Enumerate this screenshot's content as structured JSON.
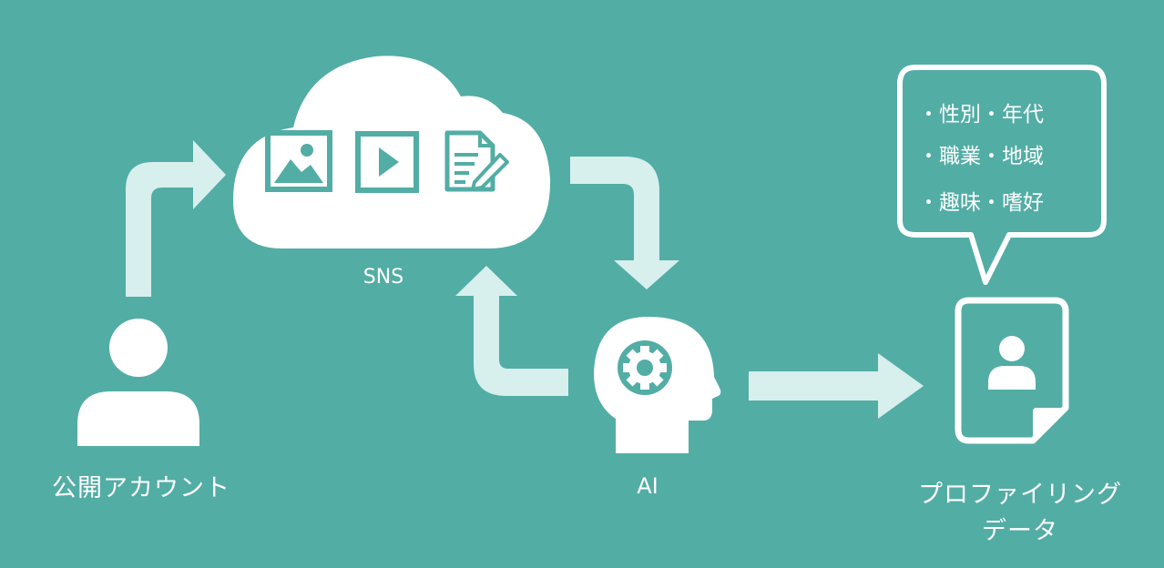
{
  "nodes": {
    "sns": {
      "label": "SNS"
    },
    "ai": {
      "label": "AI"
    },
    "account": {
      "label": "公開アカウント"
    },
    "profile": {
      "label_line1": "プロファイリング",
      "label_line2": "データ"
    }
  },
  "bubble": {
    "lines": [
      "・性別・年代",
      "・職業・地域",
      "・趣味・嗜好"
    ]
  },
  "icons": {
    "cloud": [
      "image-icon",
      "video-play-icon",
      "document-edit-icon"
    ],
    "ai": "head-gear-icon",
    "account": "person-icon",
    "profile": "profile-document-icon"
  },
  "colors": {
    "background": "#52ada5",
    "arrow": "#d7efed",
    "icon": "#ffffff",
    "accent": "#52ada5"
  }
}
